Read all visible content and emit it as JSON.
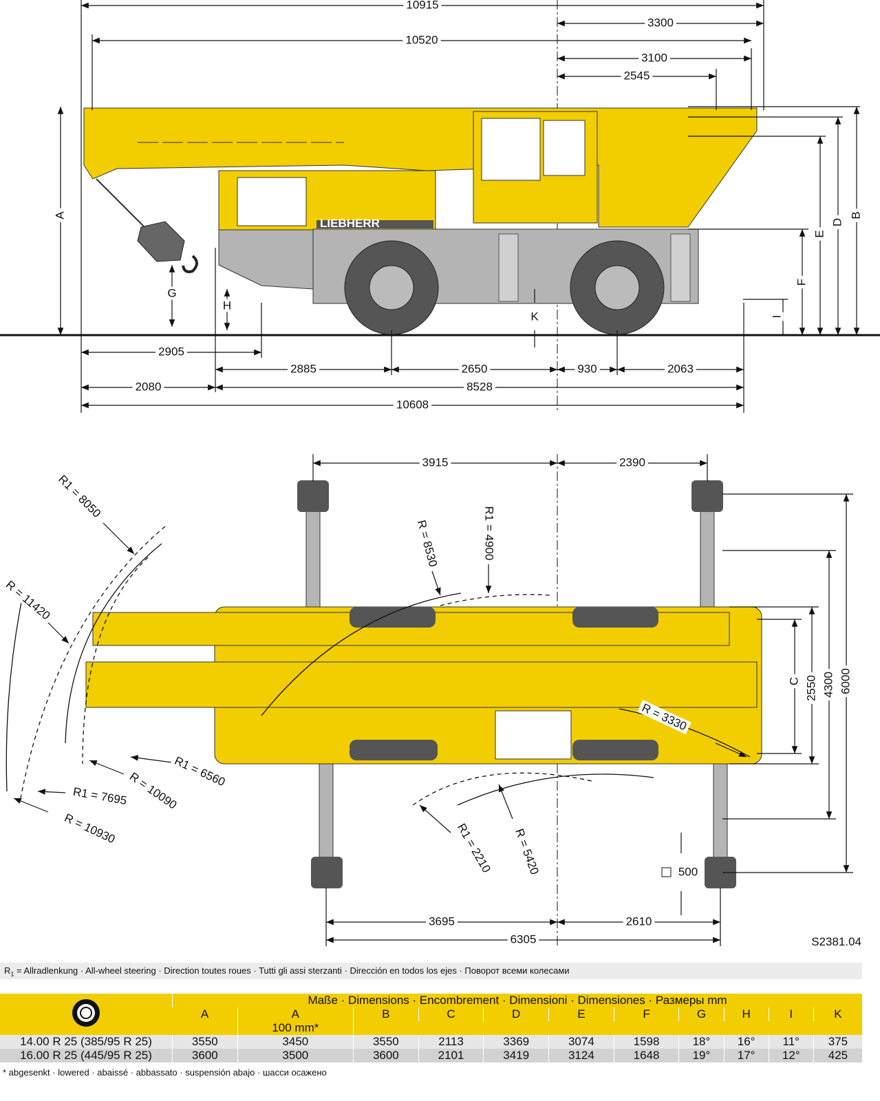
{
  "side_view": {
    "dimensions": [
      "10915",
      "3300",
      "10520",
      "3100",
      "2545",
      "2905",
      "2885",
      "2650",
      "930",
      "2063",
      "2080",
      "8528",
      "10608"
    ],
    "letters": [
      "A",
      "B",
      "D",
      "E",
      "F",
      "I",
      "G",
      "H",
      "K"
    ],
    "logo": "LIEBHERR"
  },
  "top_view": {
    "dimensions": [
      "3915",
      "2390",
      "3695",
      "2610",
      "6305",
      "2550",
      "4300",
      "6000",
      "500"
    ],
    "letters": [
      "C"
    ],
    "radii": [
      "R1 = 8050",
      "R = 11420",
      "R = 8530",
      "R1 = 4900",
      "R = 3330",
      "R1 = 6560",
      "R = 10090",
      "R1 = 7695",
      "R = 10930",
      "R1 = 2210",
      "R = 5420"
    ]
  },
  "drawing_code": "S2381.04",
  "steering_note": {
    "symbol": "R",
    "sub": "1",
    "text": " = Allradlenkung · All-wheel steering · Direction toutes roues · Tutti gli assi sterzanti · Dirección en todos los ejes · Поворот всеми колесами"
  },
  "table": {
    "title": "Maße · Dimensions · Encombrement · Dimensioni · Dimensiones · Размеры mm",
    "columns": [
      "A",
      "A",
      "B",
      "C",
      "D",
      "E",
      "F",
      "G",
      "H",
      "I",
      "K"
    ],
    "a_sub": "100 mm*",
    "rows": [
      [
        "14.00 R 25 (385/95 R 25)",
        "3550",
        "3450",
        "3550",
        "2113",
        "3369",
        "3074",
        "1598",
        "18°",
        "16°",
        "11°",
        "375"
      ],
      [
        "16.00 R 25 (445/95 R 25)",
        "3600",
        "3500",
        "3600",
        "2101",
        "3419",
        "3124",
        "1648",
        "19°",
        "17°",
        "12°",
        "425"
      ]
    ]
  },
  "footnote": "* abgesenkt · lowered · abaissé · abbassato · suspensión abajo · шасси осажено",
  "colors": {
    "yellow": "#f2cd00",
    "grey": "#b4b4b4",
    "dark": "#555555"
  }
}
